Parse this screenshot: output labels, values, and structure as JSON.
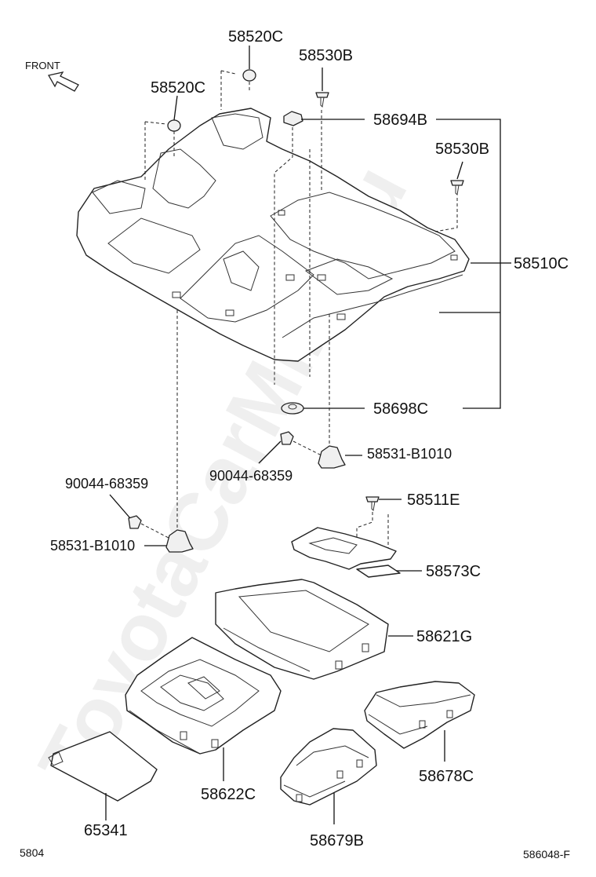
{
  "watermark": "ToyotaCarMine.ru",
  "front_label": "FRONT",
  "corner": {
    "left": "5804",
    "right": "586048-F"
  },
  "parts": {
    "clip_top": "58520C",
    "clip_left": "58520C",
    "screw_top": "58530B",
    "fastener_58694B": "58694B",
    "screw_right": "58530B",
    "carpet_main": "58510C",
    "fastener_58698C": "58698C",
    "bracket_right": "58531-B1010",
    "nut_right": "90044-68359",
    "nut_left": "90044-68359",
    "bracket_left": "58531-B1010",
    "clip_58511E": "58511E",
    "panel_58573C": "58573C",
    "tray_58621G": "58621G",
    "box_58622C": "58622C",
    "cover_65341": "65341",
    "box_58678C": "58678C",
    "box_58679B": "58679B"
  }
}
